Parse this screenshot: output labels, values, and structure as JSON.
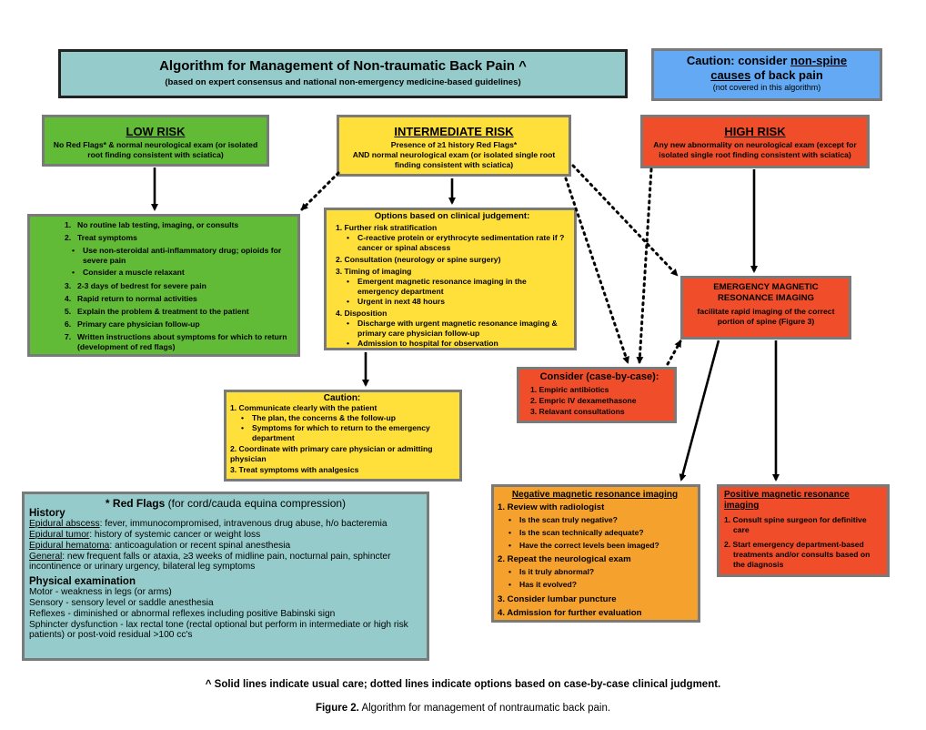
{
  "title_box": {
    "title": "Algorithm for Management of Non-traumatic Back Pain ^",
    "subtitle": "(based on expert consensus and national non-emergency medicine-based guidelines)"
  },
  "caution_box": {
    "line1_pre": "Caution: consider ",
    "line1_link": "non-spine",
    "line2_link": "causes",
    "line2_post": " of back pain",
    "note": "(not covered in this algorithm)"
  },
  "low_risk": {
    "heading": "LOW RISK",
    "desc": "No Red Flags* & normal neurological exam (or isolated root finding consistent with sciatica)"
  },
  "intermediate_risk": {
    "heading": "INTERMEDIATE RISK",
    "desc1": "Presence of ≥1 history Red Flags*",
    "desc2": "AND normal neurological exam (or isolated single root finding consistent with sciatica)"
  },
  "high_risk": {
    "heading": "HIGH RISK",
    "desc": "Any new abnormality on neurological exam (except for isolated single root finding consistent with sciatica)"
  },
  "low_risk_care": {
    "items": [
      {
        "n": "1.",
        "text": "No routine lab testing, imaging, or consults"
      },
      {
        "n": "2.",
        "text": "Treat symptoms"
      },
      {
        "n": "3.",
        "text": "2-3 days of bedrest for severe pain"
      },
      {
        "n": "4.",
        "text": "Rapid return to normal activities"
      },
      {
        "n": "5.",
        "text": "Explain the problem & treatment to the patient"
      },
      {
        "n": "6.",
        "text": "Primary care physician follow-up"
      },
      {
        "n": "7.",
        "text": "Written instructions about symptoms for which to return (development of red flags)"
      }
    ],
    "sub_items": [
      "Use non-steroidal anti-inflammatory drug; opioids for severe pain",
      "Consider a muscle relaxant"
    ]
  },
  "options": {
    "heading": "Options based on clinical judgement:",
    "i1": "1. Further risk stratification",
    "i1_sub": "C-reactive protein or erythrocyte sedimentation rate if ? cancer or spinal abscess",
    "i2": "2. Consultation (neurology or spine surgery)",
    "i3": "3. Timing of imaging",
    "i3_sub1": "Emergent magnetic resonance imaging in the emergency department",
    "i3_sub2": "Urgent in next 48 hours",
    "i4": "4. Disposition",
    "i4_sub1": "Discharge with urgent magnetic resonance imaging & primary care physician follow-up",
    "i4_sub2": "Admission to hospital for observation"
  },
  "emergency_mri": {
    "heading": "EMERGENCY MAGNETIC RESONANCE IMAGING",
    "desc": "facilitate rapid imaging of the correct portion of spine (Figure 3)"
  },
  "consider": {
    "heading": "Consider (case-by-case):",
    "items": [
      "1. Empiric antibiotics",
      "2. Empric IV dexamethasone",
      "3. Relavant consultations"
    ]
  },
  "caution_mid": {
    "heading": "Caution:",
    "i1": "1. Communicate clearly with the patient",
    "i1_sub1": "The plan, the concerns & the follow-up",
    "i1_sub2": "Symptoms for which to return to the emergency department",
    "i2": "2. Coordinate with primary care physician or admitting physician",
    "i3": "3. Treat symptoms with analgesics"
  },
  "red_flags": {
    "heading": "* Red Flags",
    "heading_rest": " (for cord/cauda equina compression)",
    "history": "History",
    "h1_label": "Epidural abscess",
    "h1_text": ": fever, immunocompromised, intravenous drug abuse, h/o bacteremia",
    "h2_label": "Epidural tumor",
    "h2_text": ": history of systemic cancer or weight loss",
    "h3_label": "Epidural hematoma",
    "h3_text": ": anticoagulation or recent spinal anesthesia",
    "h4_label": "General",
    "h4_text": ": new frequent falls or ataxia, ≥3 weeks of midline pain, nocturnal pain, sphincter incontinence or urinary urgency, bilateral leg symptoms",
    "exam": "Physical examination",
    "e1": "Motor - weakness in legs (or arms)",
    "e2": "Sensory - sensory level or saddle anesthesia",
    "e3": "Reflexes - diminished or abnormal reflexes including positive Babinski sign",
    "e4": "Sphincter dysfunction - lax rectal tone (rectal optional but perform in intermediate or high risk patients) or post-void residual >100 cc's"
  },
  "negative_mri": {
    "heading": "Negative magnetic resonance imaging",
    "i1": "1. Review with radiologist",
    "i1_subs": [
      "Is the scan truly negative?",
      "Is the scan technically adequate?",
      "Have the correct levels been imaged?"
    ],
    "i2": "2. Repeat the neurological exam",
    "i2_subs": [
      "Is it truly abnormal?",
      "Has it evolved?"
    ],
    "i3": "3. Consider lumbar puncture",
    "i4": "4. Admission for further evaluation"
  },
  "positive_mri": {
    "heading": "Positive magnetic resonance imaging",
    "i1": "1. Consult spine surgeon for definitive care",
    "i2": "2. Start emergency department-based treatments and/or consults based on the diagnosis"
  },
  "footnote": "^ Solid lines indicate usual care; dotted lines indicate options based on case-by-case clinical judgment.",
  "caption_label": "Figure 2.",
  "caption_text": " Algorithm for management of nontraumatic back pain.",
  "colors": {
    "teal": "#95cccb",
    "blue": "#64a9f4",
    "green": "#62bb36",
    "yellow": "#ffe03b",
    "red": "#f04e2a",
    "orange": "#f5a12e"
  }
}
